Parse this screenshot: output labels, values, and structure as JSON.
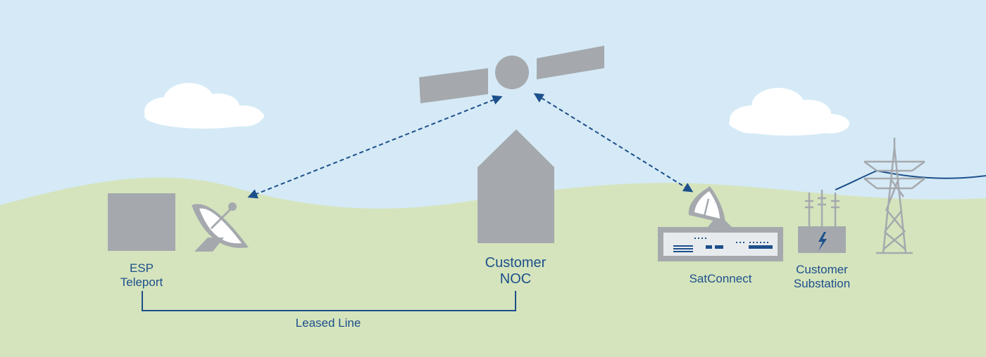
{
  "labels": {
    "esp_line1": "ESP",
    "esp_line2": "Teleport",
    "noc_line1": "Customer",
    "noc_line2": "NOC",
    "satconnect": "SatConnect",
    "substation_line1": "Customer",
    "substation_line2": "Substation",
    "leased_line": "Leased Line"
  },
  "colors": {
    "sky": "#d5eaf6",
    "ground": "#d5e4bc",
    "device_gray": "#a5a9ae",
    "accent_blue": "#1d4f8c",
    "cloud": "#ffffff"
  },
  "icons": {
    "satellite": "satellite-icon",
    "teleport_dish": "satellite-dish-icon",
    "teleport_building": "teleport-building-icon",
    "noc_building": "noc-building-icon",
    "satconnect_dish": "satconnect-dish-icon",
    "satconnect_device": "satconnect-device-icon",
    "substation": "substation-icon",
    "power_tower": "power-tower-icon"
  }
}
